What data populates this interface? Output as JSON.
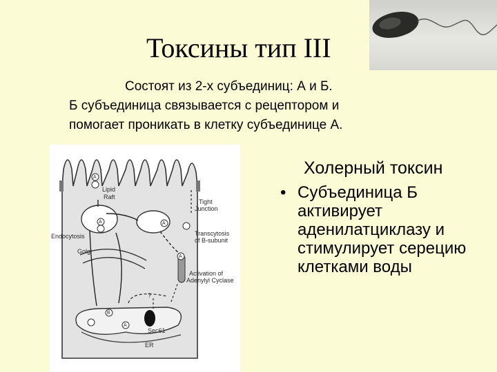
{
  "slide": {
    "title": "Токсины тип III",
    "intro_lines": [
      "Состоят из 2-х субъединиц: А и Б.",
      "Б субъединица связывается с рецептором и",
      "помогает проникать в клетку субъединице А."
    ],
    "section_heading": "Холерный токсин",
    "bullet_marker": "•",
    "bullet_lines": [
      "Субъединица Б",
      "активирует",
      "аденилатциклазу и",
      "стимулирует серецию",
      "клетками воды"
    ]
  },
  "figure": {
    "labels": {
      "lipid": "Lipid",
      "raft": "Raft",
      "tight": "Tight",
      "junction": "Junction",
      "endocytosis": "Endocytosis",
      "transcytosis": "Transcytosis",
      "of_b_subunit": "of B-subunit",
      "golgi": "Golgi",
      "activation": "Activation of",
      "adenylyl": "Adenylyl Cyclase",
      "sec61": "Sec61",
      "er": "ER",
      "question": "?"
    },
    "markers": {
      "a": "A",
      "b": "B"
    }
  }
}
